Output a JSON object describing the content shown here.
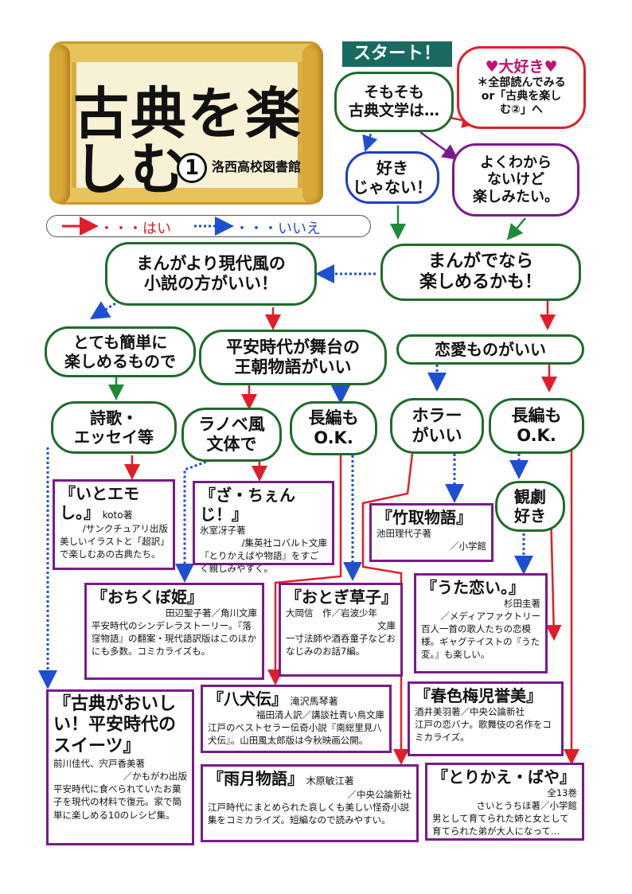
{
  "title": {
    "main": "古典を楽しむ",
    "number": "1",
    "library": "洛西高校図書館"
  },
  "legend": {
    "yes": "・・・はい",
    "no": "・・・いいえ"
  },
  "start": "スタート！",
  "nodes": {
    "q1": "そもそも\n古典文学は…",
    "love": {
      "head": "♥大好き♥",
      "body": "＊全部読んでみる\nor「古典を楽し\nむ②」へ"
    },
    "dislike": "好き\nじゃない！",
    "unsure": "よくわから\nないけど\n楽しみたい。",
    "manga_ok": "まんがでなら\n楽しめるかも！",
    "novel": "まんがより現代風の\n小説の方がいい！",
    "easy": "とても簡単に\n楽しめるもので",
    "heian": "平安時代が舞台の\n王朝物語がいい",
    "romance": "恋愛ものがいい",
    "poem": "詩歌・\nエッセイ等",
    "lightnovel": "ラノベ風\n文体で",
    "long1": "長編も\nO.K.",
    "horror": "ホラー\nがいい",
    "long2": "長編も\nO.K.",
    "theater": "観劇\n好き"
  },
  "books": {
    "itoemoshi": {
      "title": "『いとエモし。』",
      "author": "koto著",
      "publisher": "/サンクチュアリ出版",
      "desc": "美しいイラストと「超訳」で楽しむあの古典たち。"
    },
    "zachenji": {
      "title": "『ざ・ちぇんじ！』",
      "author": "氷室冴子著",
      "publisher": "/集英社コバルト文庫",
      "desc": "『とりかえばや物語』をすごく親しみやすく。"
    },
    "ochikubo": {
      "title": "『おちくぼ姫』",
      "author": "田辺聖子著／角川文庫",
      "desc": "平安時代のシンデレラストーリー。『落窪物語』の翻案・現代語訳版はこのほかにも多数。コミカライズも。"
    },
    "otogi": {
      "title": "『おとぎ草子』",
      "author": "大岡信　作／岩波少年",
      "publisher": "文庫",
      "desc": "一寸法師や酒呑童子などおなじみのお話7編。"
    },
    "taketori": {
      "title": "『竹取物語』",
      "author": "池田理代子著",
      "publisher": "／小学館"
    },
    "utakoi": {
      "title": "『うた恋い。』",
      "author": "杉田圭著",
      "publisher": "／メディアファクトリー",
      "desc": "百人一首の歌人たちの恋模様。ギャグテイストの『うた変。』も楽しい。"
    },
    "koten_sweets": {
      "title": "『古典がおいしい！平安時代のスイーツ』",
      "author": "前川佳代、宍戸香美著",
      "publisher": "／かもがわ出版",
      "desc": "平安時代に食べられていたお菓子を現代の材料で復元。家で簡単に楽しめる10のレシピ集。"
    },
    "hakkenden": {
      "title": "『八犬伝』",
      "author_inline": "滝沢馬琴著",
      "publisher": "福田清人訳／講談社青い鳥文庫",
      "desc": "江戸のベストセラー伝奇小説『南総里見八犬伝』。山田風太郎版は今秋映画公開。"
    },
    "harukoi": {
      "title": "『春色梅児誉美』",
      "author": "酒井美羽著／中央公論新社",
      "desc": "江戸の恋バナ。歌舞伎の名作をコミカライズ。"
    },
    "ugetsu": {
      "title": "『雨月物語』",
      "author_inline": "木原敏江著",
      "publisher": "／中央公論新社",
      "desc": "江戸時代にまとめられた哀しくも美しい怪奇小説集をコミカライズ。短編なので読みやすい。"
    },
    "torikae": {
      "title": "『とりかえ・ばや』",
      "volumes": "全13巻",
      "author": "さいとうちほ著／小学館",
      "desc": "男として育てられた姉と女として育てられた弟が大人になって…"
    }
  },
  "colors": {
    "yes": "#e01e2a",
    "no": "#1f4fd1",
    "green": "#1f8a3a",
    "purple": "#7a1a8c",
    "gold": "#e8c25a",
    "start_bg": "#1b6a62"
  }
}
